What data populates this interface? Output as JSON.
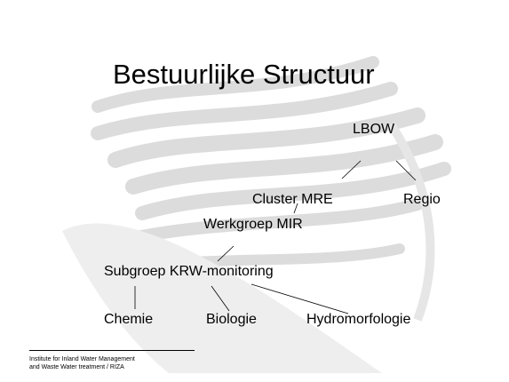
{
  "slide": {
    "title": "Bestuurlijke Structuur",
    "nodes": {
      "lbow": "LBOW",
      "cluster_mre": "Cluster MRE",
      "regio": "Regio",
      "werkgroep_mir": "Werkgroep MIR",
      "subgroep": "Subgroep KRW-monitoring",
      "chemie": "Chemie",
      "biologie": "Biologie",
      "hydromorfologie": "Hydromorfologie"
    },
    "footer": {
      "line1": "Institute for Inland Water Management",
      "line2": "and Waste Water treatment  / RIZA"
    }
  },
  "colors": {
    "background": "#ffffff",
    "text": "#000000",
    "watermark": "#d9d9d9",
    "connector": "#000000"
  },
  "icons": {
    "watermark": "riza-wave-logo-watermark"
  }
}
